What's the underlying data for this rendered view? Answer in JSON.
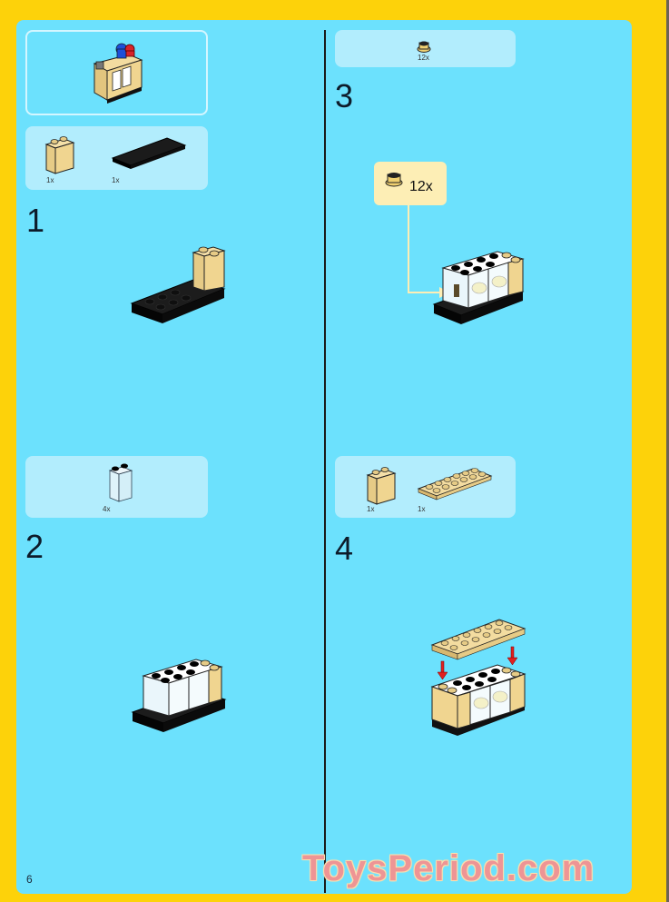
{
  "page": {
    "page_number": "6",
    "background_color": "#fdd20a",
    "panel_color": "#6ce1fd",
    "parts_box_color": "#b2edfd",
    "callout_color": "#fdeeb5"
  },
  "model_preview": {
    "icon": "completed-model-icon"
  },
  "steps": [
    {
      "number": "1",
      "parts": [
        {
          "icon": "tan-brick-1x2x2-icon",
          "qty": "1x"
        },
        {
          "icon": "black-plate-2x6-icon",
          "qty": "1x"
        }
      ],
      "assembly_icon": "step-1-assembly-icon"
    },
    {
      "number": "2",
      "parts": [
        {
          "icon": "transparent-panel-1x2x2-icon",
          "qty": "4x"
        }
      ],
      "assembly_icon": "step-2-assembly-icon"
    },
    {
      "number": "3",
      "parts": [
        {
          "icon": "round-plate-1x1-icon",
          "qty": "12x"
        }
      ],
      "callout": {
        "icon": "round-plate-1x1-icon",
        "qty": "12x"
      },
      "assembly_icon": "step-3-assembly-icon"
    },
    {
      "number": "4",
      "parts": [
        {
          "icon": "tan-brick-1x2x2-icon",
          "qty": "1x"
        },
        {
          "icon": "tan-plate-2x6-icon",
          "qty": "1x"
        }
      ],
      "assembly_icon": "step-4-assembly-icon"
    }
  ],
  "watermark": "ToysPeriod.com"
}
